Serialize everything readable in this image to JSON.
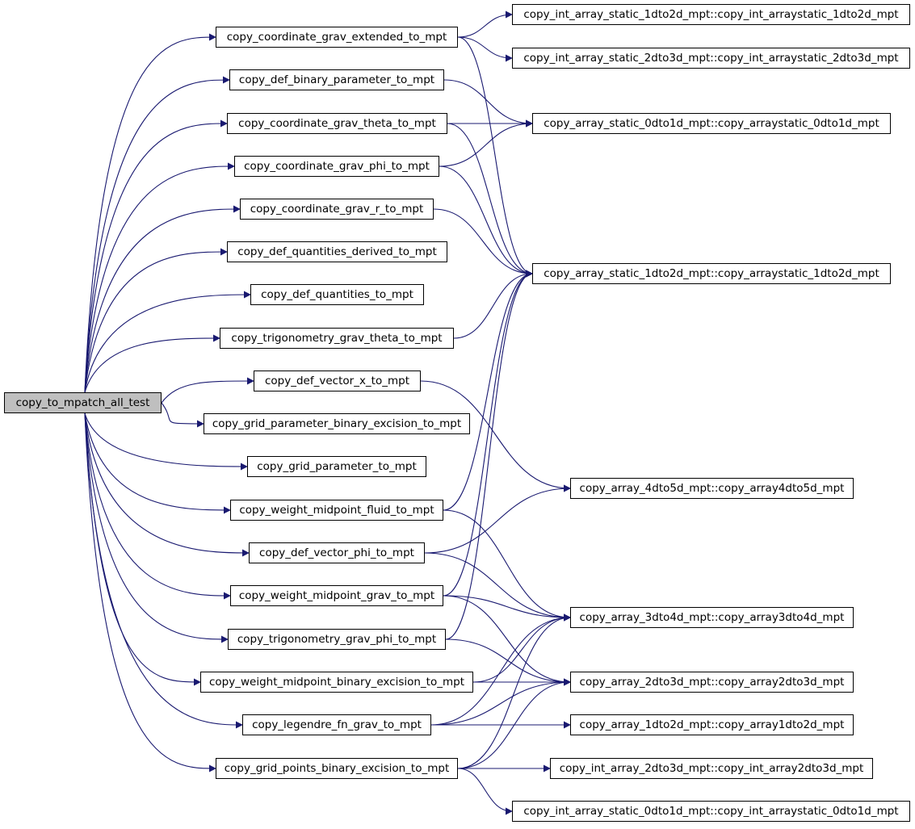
{
  "graph": {
    "root": "copy_to_mpatch_all_test",
    "nodes": {
      "root": "copy_to_mpatch_all_test",
      "c_ext": "copy_coordinate_grav_extended_to_mpt",
      "c_defbin": "copy_def_binary_parameter_to_mpt",
      "c_theta": "copy_coordinate_grav_theta_to_mpt",
      "c_phi": "copy_coordinate_grav_phi_to_mpt",
      "c_r": "copy_coordinate_grav_r_to_mpt",
      "c_qderiv": "copy_def_quantities_derived_to_mpt",
      "c_quant": "copy_def_quantities_to_mpt",
      "c_trig_theta": "copy_trigonometry_grav_theta_to_mpt",
      "c_vecx": "copy_def_vector_x_to_mpt",
      "c_gridbin": "copy_grid_parameter_binary_excision_to_mpt",
      "c_gridparam": "copy_grid_parameter_to_mpt",
      "c_wfluid": "copy_weight_midpoint_fluid_to_mpt",
      "c_vecphi": "copy_def_vector_phi_to_mpt",
      "c_wgrav": "copy_weight_midpoint_grav_to_mpt",
      "c_trig_phi": "copy_trigonometry_grav_phi_to_mpt",
      "c_wbin": "copy_weight_midpoint_binary_excision_to_mpt",
      "c_leg": "copy_legendre_fn_grav_to_mpt",
      "c_gpbin": "copy_grid_points_binary_excision_to_mpt",
      "t_int12": "copy_int_array_static_1dto2d_mpt::copy_int_arraystatic_1dto2d_mpt",
      "t_int23": "copy_int_array_static_2dto3d_mpt::copy_int_arraystatic_2dto3d_mpt",
      "t_s01": "copy_array_static_0dto1d_mpt::copy_arraystatic_0dto1d_mpt",
      "t_s12": "copy_array_static_1dto2d_mpt::copy_arraystatic_1dto2d_mpt",
      "t_45": "copy_array_4dto5d_mpt::copy_array4dto5d_mpt",
      "t_34": "copy_array_3dto4d_mpt::copy_array3dto4d_mpt",
      "t_23": "copy_array_2dto3d_mpt::copy_array2dto3d_mpt",
      "t_12": "copy_array_1dto2d_mpt::copy_array1dto2d_mpt",
      "t_i23": "copy_int_array_2dto3d_mpt::copy_int_array2dto3d_mpt",
      "t_is01": "copy_int_array_static_0dto1d_mpt::copy_int_arraystatic_0dto1d_mpt"
    },
    "edges": [
      [
        "root",
        "c_ext"
      ],
      [
        "root",
        "c_defbin"
      ],
      [
        "root",
        "c_theta"
      ],
      [
        "root",
        "c_phi"
      ],
      [
        "root",
        "c_r"
      ],
      [
        "root",
        "c_qderiv"
      ],
      [
        "root",
        "c_quant"
      ],
      [
        "root",
        "c_trig_theta"
      ],
      [
        "root",
        "c_vecx"
      ],
      [
        "root",
        "c_gridbin"
      ],
      [
        "root",
        "c_gridparam"
      ],
      [
        "root",
        "c_wfluid"
      ],
      [
        "root",
        "c_vecphi"
      ],
      [
        "root",
        "c_wgrav"
      ],
      [
        "root",
        "c_trig_phi"
      ],
      [
        "root",
        "c_wbin"
      ],
      [
        "root",
        "c_leg"
      ],
      [
        "root",
        "c_gpbin"
      ],
      [
        "c_ext",
        "t_int12"
      ],
      [
        "c_ext",
        "t_int23"
      ],
      [
        "c_ext",
        "t_s12"
      ],
      [
        "c_defbin",
        "t_s01"
      ],
      [
        "c_theta",
        "t_s01"
      ],
      [
        "c_theta",
        "t_s12"
      ],
      [
        "c_phi",
        "t_s01"
      ],
      [
        "c_phi",
        "t_s12"
      ],
      [
        "c_r",
        "t_s12"
      ],
      [
        "c_trig_theta",
        "t_s12"
      ],
      [
        "c_vecx",
        "t_45"
      ],
      [
        "c_wfluid",
        "t_s12"
      ],
      [
        "c_wfluid",
        "t_34"
      ],
      [
        "c_vecphi",
        "t_45"
      ],
      [
        "c_vecphi",
        "t_34"
      ],
      [
        "c_wgrav",
        "t_s12"
      ],
      [
        "c_wgrav",
        "t_34"
      ],
      [
        "c_wgrav",
        "t_23"
      ],
      [
        "c_trig_phi",
        "t_s12"
      ],
      [
        "c_trig_phi",
        "t_23"
      ],
      [
        "c_wbin",
        "t_34"
      ],
      [
        "c_wbin",
        "t_23"
      ],
      [
        "c_leg",
        "t_34"
      ],
      [
        "c_leg",
        "t_23"
      ],
      [
        "c_leg",
        "t_12"
      ],
      [
        "c_gpbin",
        "t_34"
      ],
      [
        "c_gpbin",
        "t_23"
      ],
      [
        "c_gpbin",
        "t_i23"
      ],
      [
        "c_gpbin",
        "t_is01"
      ]
    ]
  },
  "colors": {
    "edge": "#191970",
    "node_border": "#000000",
    "root_fill": "#bfbfbf",
    "node_fill": "#ffffff"
  }
}
